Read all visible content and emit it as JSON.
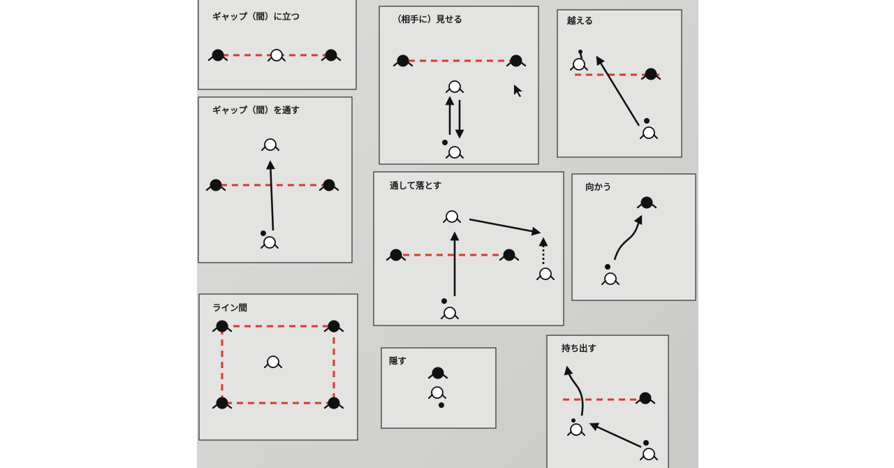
{
  "panels": [
    {
      "id": "p1",
      "title": "ギャップ（間）に立つ"
    },
    {
      "id": "p2",
      "title": "ギャップ（間）を通す"
    },
    {
      "id": "p3",
      "title": "（相手に）見せる"
    },
    {
      "id": "p4",
      "title": "越える"
    },
    {
      "id": "p5",
      "title": "通して落とす"
    },
    {
      "id": "p6",
      "title": "向かう"
    },
    {
      "id": "p7",
      "title": "ライン間"
    },
    {
      "id": "p8",
      "title": "隠す"
    },
    {
      "id": "p9",
      "title": "持ち出す"
    }
  ],
  "colors": {
    "gap_line": "#d63a2e",
    "opponent": "#111111",
    "own_player": "#ffffff",
    "panel_bg": "#e3e3e1"
  }
}
